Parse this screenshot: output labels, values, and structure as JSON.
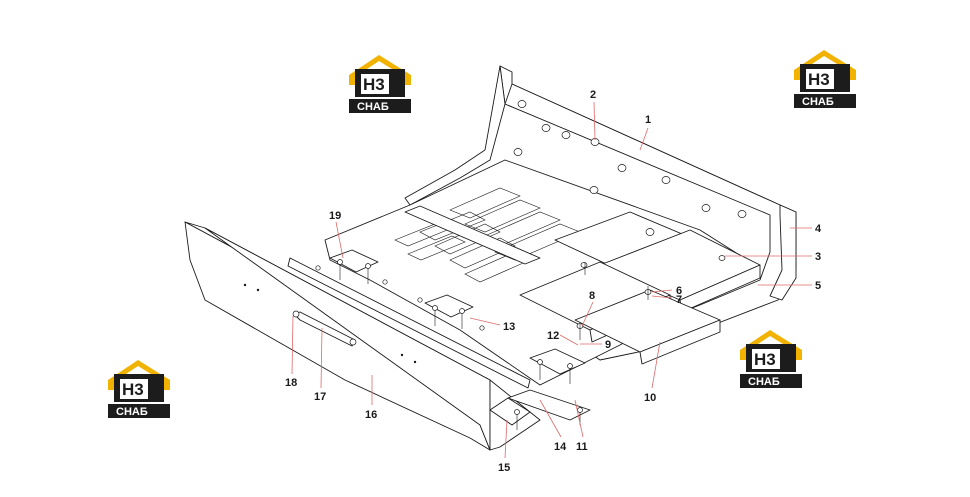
{
  "callouts": [
    "1",
    "2",
    "3",
    "4",
    "5",
    "6",
    "7",
    "8",
    "9",
    "10",
    "11",
    "12",
    "13",
    "14",
    "15",
    "16",
    "17",
    "18",
    "19"
  ],
  "logo": {
    "mark": "H3",
    "caption": "СНАБ",
    "colors": {
      "roof": "#f2b300",
      "box": "#1c1c1c",
      "text": "#ffffff"
    }
  },
  "colors": {
    "outline": "#1a1a1a",
    "leader": "#e06a6a",
    "background": "#ffffff"
  }
}
